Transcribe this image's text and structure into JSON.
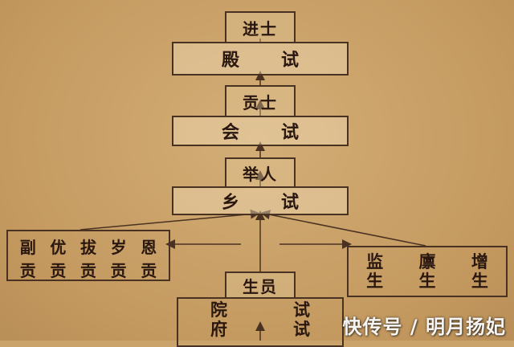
{
  "diagram": {
    "jinshi": "进士",
    "dianshi": [
      "殿",
      "试"
    ],
    "gongshi": "贡士",
    "huishi": [
      "会",
      "试"
    ],
    "juren": "举人",
    "xiangshi": [
      "乡",
      "试"
    ],
    "gong_left": {
      "top": [
        "副",
        "优",
        "拔",
        "岁",
        "恩"
      ],
      "bottom": [
        "贡",
        "贡",
        "贡",
        "贡",
        "贡"
      ]
    },
    "jiansheng": [
      {
        "top": "监",
        "bottom": "生"
      },
      {
        "top": "廪",
        "bottom": "生"
      },
      {
        "top": "增",
        "bottom": "生"
      }
    ],
    "shengyuan": "生员",
    "yuanfu": {
      "left": [
        "院",
        "府"
      ],
      "right": [
        "试",
        "试"
      ]
    }
  },
  "watermark": "快传号 / 明月扬妃",
  "colors": {
    "background": "#c9a36a",
    "line": "#4a3222",
    "text": "#2a1810"
  }
}
